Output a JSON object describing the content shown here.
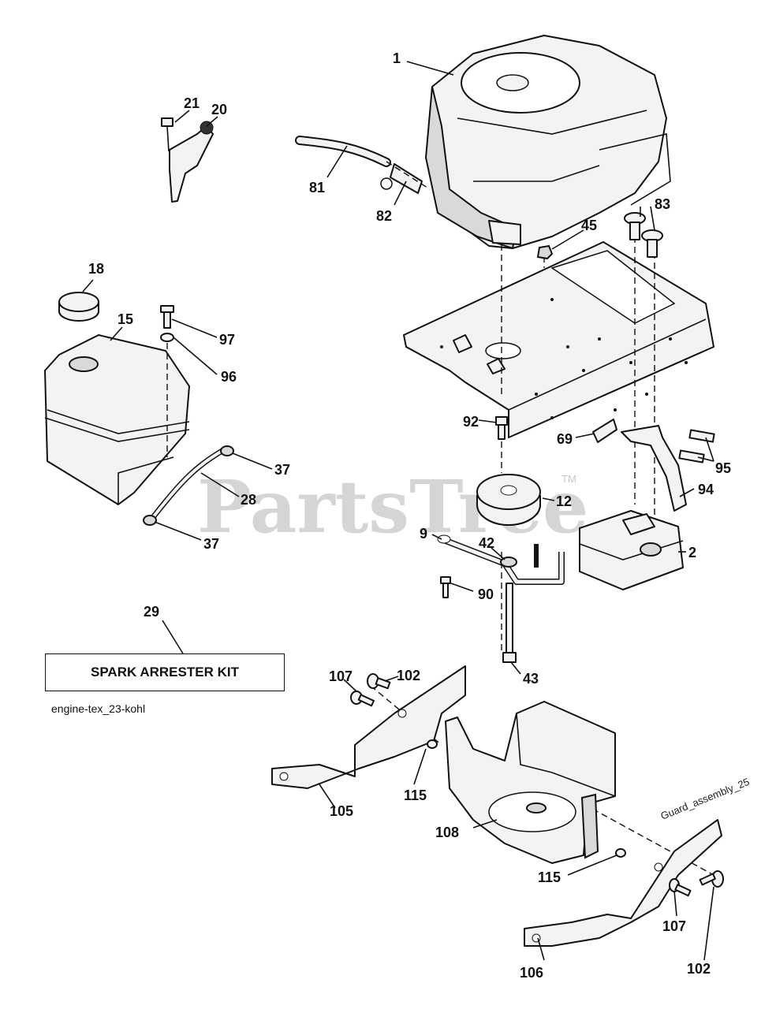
{
  "watermark": {
    "brand": "PartsTree",
    "trademark": "TM"
  },
  "kit_box": {
    "label": "SPARK ARRESTER KIT"
  },
  "reference_code": "engine-tex_23-kohl",
  "guard_stamp": "Guard_assembly_25",
  "callouts": {
    "engine": "1",
    "muffler": "2",
    "bracket": "9",
    "pulley": "12",
    "fuel_tank": "15",
    "fuel_cap": "18",
    "throttle_control": "20",
    "throttle_screw": "21",
    "fuel_line": "28",
    "spark_kit": "29",
    "clamp_top": "37",
    "clamp_bottom": "37",
    "nut_42": "42",
    "bolt_43": "43",
    "nut_45": "45",
    "gasket_69": "69",
    "hose_81": "81",
    "fitting_82": "82",
    "bolts_83": "83",
    "bolt_90": "90",
    "bolt_92": "92",
    "exhaust_pipe": "94",
    "bolts_95": "95",
    "washer_96": "96",
    "screw_97": "97",
    "bolt_102_top": "102",
    "bolt_102_bottom": "102",
    "rail_105": "105",
    "rail_106": "106",
    "bolt_107_top": "107",
    "bolt_107_bottom": "107",
    "guard_108": "108",
    "washer_115_top": "115",
    "washer_115_bottom": "115"
  }
}
